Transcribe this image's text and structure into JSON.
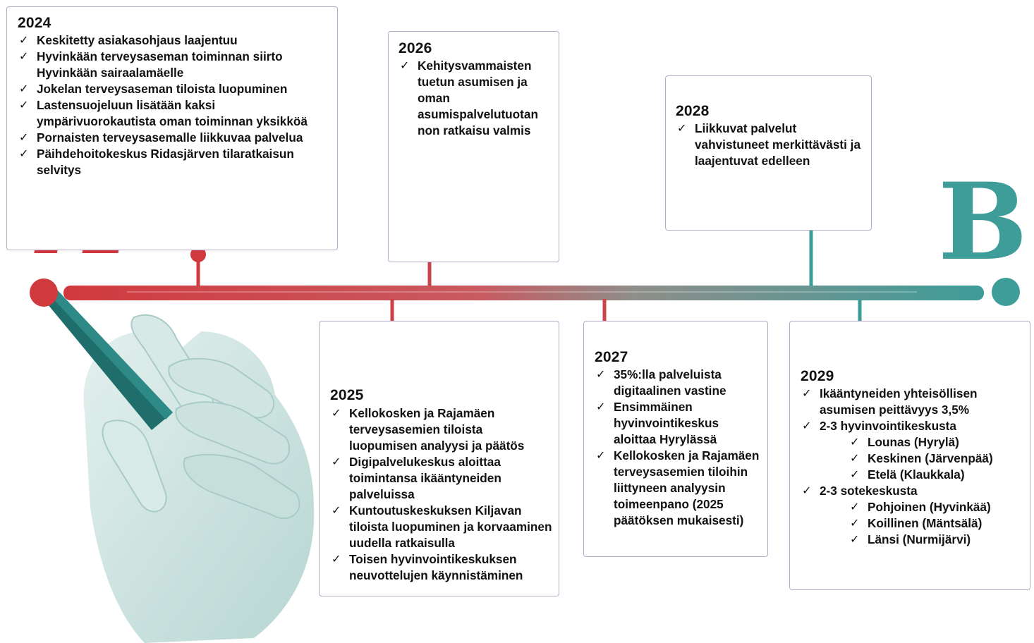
{
  "colors": {
    "red": "#d03a3f",
    "teal": "#3e9c99",
    "box_border": "#b9a9c9",
    "hand": "#cfe4e1",
    "pen": "#1f6e6b"
  },
  "letters": {
    "start": "A",
    "end": "B"
  },
  "milestones": [
    {
      "year": "2024",
      "items": [
        {
          "text": "Keskitetty asiakasohjaus laajentuu"
        },
        {
          "text": "Hyvinkään terveysaseman toiminnan siirto Hyvinkään sairaalamäelle"
        },
        {
          "text": "Jokelan terveysaseman tiloista luopuminen"
        },
        {
          "text": "Lastensuojeluun lisätään kaksi ympärivuorokautista oman toiminnan yksikköä"
        },
        {
          "text": "Pornaisten terveysasemalle liikkuvaa palvelua"
        },
        {
          "text": "Päihdehoitokeskus Ridasjärven tilaratkaisun selvitys"
        }
      ]
    },
    {
      "year": "2025",
      "items": [
        {
          "text": "Kellokosken ja Rajamäen terveysasemien tiloista luopumisen analyysi ja päätös"
        },
        {
          "text": "Digipalvelukeskus aloittaa toimintansa ikääntyneiden palveluissa"
        },
        {
          "text": "Kuntoutuskeskuksen Kiljavan tiloista luopuminen ja korvaaminen uudella ratkaisulla"
        },
        {
          "text": "Toisen hyvinvointikeskuksen neuvottelujen käynnistäminen"
        }
      ]
    },
    {
      "year": "2026",
      "items": [
        {
          "text": "Kehitysvammaisten tuetun asumisen ja oman asumispalvelutuotan non ratkaisu valmis"
        }
      ]
    },
    {
      "year": "2027",
      "items": [
        {
          "text": "35%:lla palveluista digitaalinen vastine"
        },
        {
          "text": "Ensimmäinen hyvinvointikeskus aloittaa Hyrylässä"
        },
        {
          "text": "Kellokosken ja Rajamäen terveysasemien tiloihin liittyneen analyysin toimeenpano  (2025 päätöksen mukaisesti)"
        }
      ]
    },
    {
      "year": "2028",
      "items": [
        {
          "text": "Liikkuvat palvelut vahvistuneet merkittävästi ja laajentuvat edelleen"
        }
      ]
    },
    {
      "year": "2029",
      "items": [
        {
          "text": "Ikääntyneiden yhteisöllisen asumisen peittävyys 3,5%"
        },
        {
          "text": "2-3 hyvinvointikeskusta"
        },
        {
          "text": "Lounas (Hyrylä)",
          "sub": true
        },
        {
          "text": "Keskinen (Järvenpää)",
          "sub": true
        },
        {
          "text": "Etelä (Klaukkala)",
          "sub": true
        },
        {
          "text": "2-3 sotekeskusta"
        },
        {
          "text": "Pohjoinen (Hyvinkää)",
          "sub": true
        },
        {
          "text": "Koillinen (Mäntsälä)",
          "sub": true
        },
        {
          "text": "Länsi (Nurmijärvi)",
          "sub": true
        }
      ]
    }
  ]
}
